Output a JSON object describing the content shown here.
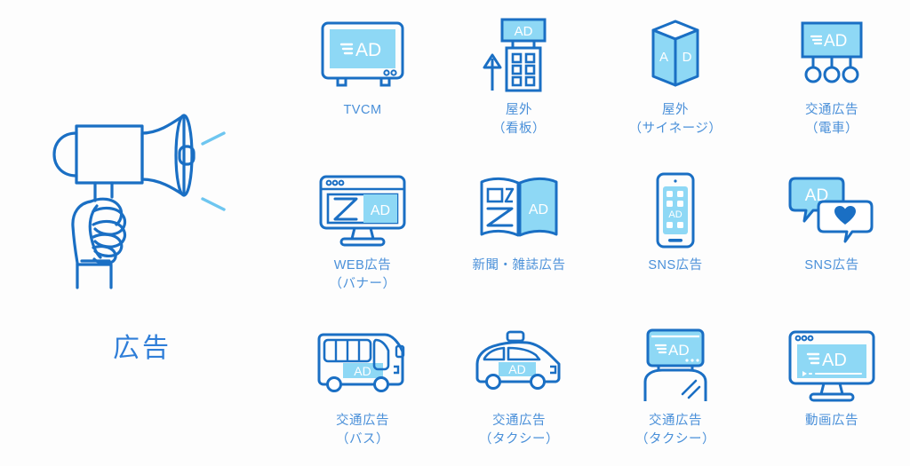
{
  "colors": {
    "background": "#fdfdfd",
    "line_blue": "#1a6fc4",
    "fill_cyan": "#8ed8f5",
    "label_blue": "#4a90d9",
    "brand_blue": "#2f7ed8",
    "ad_text_on_fill": "#ffffff",
    "sound_line_blue": "#6ec6f0"
  },
  "left_panel": {
    "illustration_name": "hand-holding-megaphone",
    "brand_label": "広告"
  },
  "grid": {
    "columns": 4,
    "rows": 3,
    "items": [
      {
        "id": "tvcm",
        "icon": "tv-screen-ad-icon",
        "ad_text": "AD",
        "label": "TVCM"
      },
      {
        "id": "outdoor-billboard",
        "icon": "building-billboard-ad-icon",
        "ad_text": "AD",
        "label": "屋外\n（看板）"
      },
      {
        "id": "outdoor-signage",
        "icon": "pillar-signage-ad-icon",
        "ad_text": "AD",
        "label": "屋外\n（サイネージ）"
      },
      {
        "id": "transit-train",
        "icon": "train-hanging-ad-icon",
        "ad_text": "AD",
        "label": "交通広告\n（電車）"
      },
      {
        "id": "web-banner",
        "icon": "monitor-banner-ad-icon",
        "ad_text": "AD",
        "label": "WEB広告\n（バナー）"
      },
      {
        "id": "print-media",
        "icon": "open-magazine-ad-icon",
        "ad_text": "AD",
        "label": "新聞・雑誌広告"
      },
      {
        "id": "sns-app",
        "icon": "smartphone-app-ad-icon",
        "ad_text": "AD",
        "label": "SNS広告"
      },
      {
        "id": "sns-bubbles",
        "icon": "speech-bubbles-ad-icon",
        "ad_text": "AD",
        "label": "SNS広告"
      },
      {
        "id": "transit-bus",
        "icon": "bus-side-ad-icon",
        "ad_text": "AD",
        "label": "交通広告\n（バス）"
      },
      {
        "id": "transit-taxi-door",
        "icon": "taxi-door-ad-icon",
        "ad_text": "AD",
        "label": "交通広告\n（タクシー）"
      },
      {
        "id": "transit-taxi-roof",
        "icon": "taxi-roof-display-ad-icon",
        "ad_text": "AD",
        "label": "交通広告\n（タクシー）"
      },
      {
        "id": "video-ad",
        "icon": "monitor-video-player-ad-icon",
        "ad_text": "AD",
        "label": "動画広告"
      }
    ]
  }
}
